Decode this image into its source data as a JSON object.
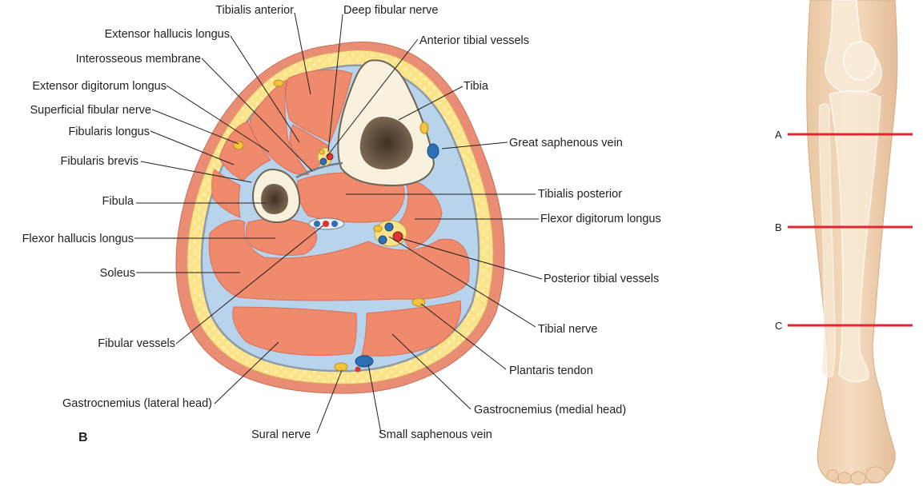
{
  "panel_label": "B",
  "section_levels": [
    "A",
    "B",
    "C"
  ],
  "colors": {
    "muscle": "#ef8a6c",
    "fat": "#fbe38a",
    "skin": "#e98d74",
    "bone": "#f7f1dd",
    "marrow": "#5a4a3a",
    "artery": "#d8362f",
    "vein": "#2f6fb5",
    "nerve": "#f5c43a",
    "marker_line": "#e3262f"
  },
  "labels_left": {
    "tibialis_anterior": "Tibialis anterior",
    "extensor_hallucis_longus": "Extensor hallucis longus",
    "interosseous_membrane": "Interosseous membrane",
    "extensor_digitorum_longus": "Extensor digitorum longus",
    "superficial_fibular_nerve": "Superficial fibular nerve",
    "fibularis_longus": "Fibularis longus",
    "fibularis_brevis": "Fibularis brevis",
    "fibula": "Fibula",
    "flexor_hallucis_longus": "Flexor hallucis longus",
    "soleus": "Soleus",
    "fibular_vessels": "Fibular vessels",
    "gastrocnemius_lateral": "Gastrocnemius (lateral head)"
  },
  "labels_right": {
    "deep_fibular_nerve": "Deep fibular nerve",
    "anterior_tibial_vessels": "Anterior tibial vessels",
    "tibia": "Tibia",
    "great_saphenous_vein": "Great saphenous vein",
    "tibialis_posterior": "Tibialis posterior",
    "flexor_digitorum_longus": "Flexor digitorum longus",
    "posterior_tibial_vessels": "Posterior tibial vessels",
    "tibial_nerve": "Tibial nerve",
    "plantaris_tendon": "Plantaris tendon",
    "gastrocnemius_medial": "Gastrocnemius (medial head)"
  },
  "labels_bottom": {
    "sural_nerve": "Sural nerve",
    "small_saphenous_vein": "Small saphenous vein"
  }
}
